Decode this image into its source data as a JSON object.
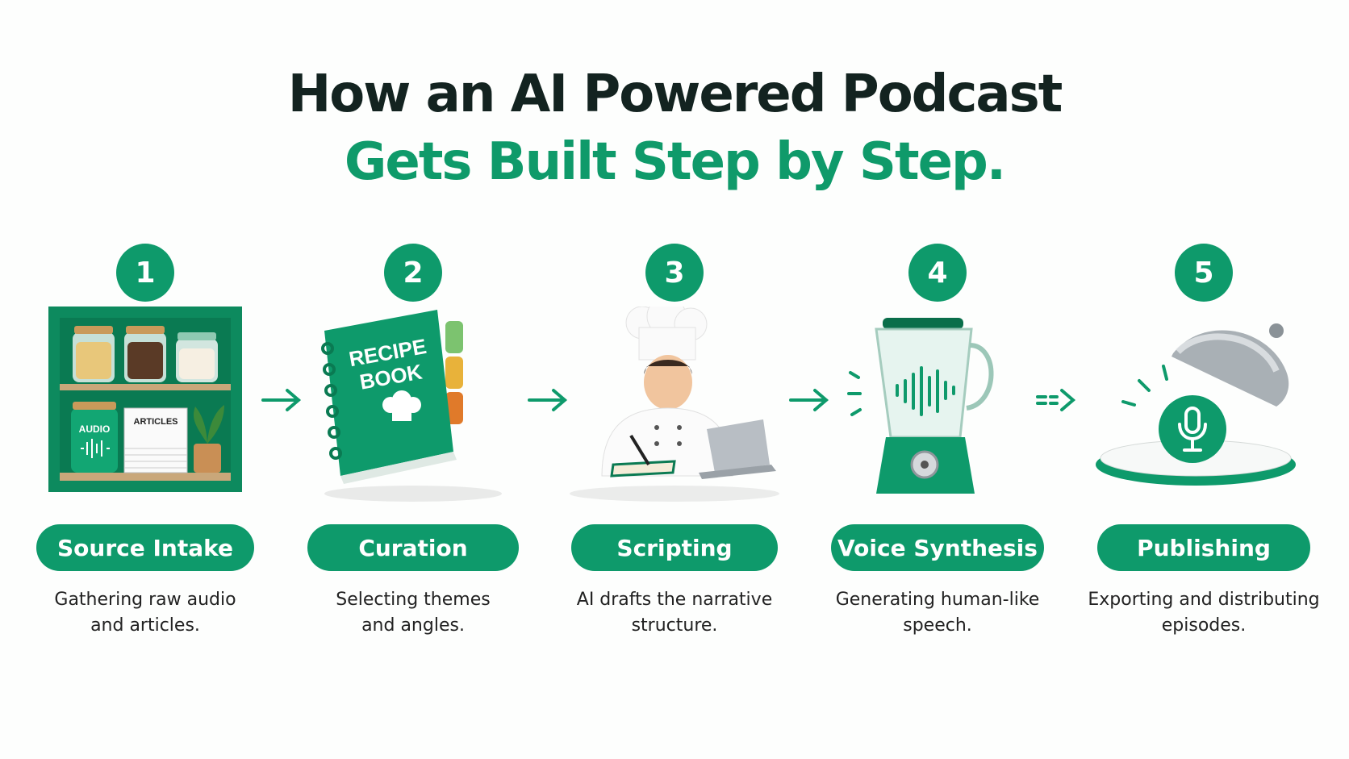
{
  "title": {
    "line1": "How an AI Powered Podcast",
    "line2": "Gets Built Step by Step."
  },
  "colors": {
    "brand_green": "#0e9a6b",
    "title_dark": "#132320"
  },
  "steps": [
    {
      "number": "1",
      "label": "Source Intake",
      "desc1": "Gathering raw audio",
      "desc2": "and articles.",
      "illustration": "pantry-cabinet-icon",
      "jar_labels": {
        "audio": "AUDIO",
        "articles": "ARTICLES"
      }
    },
    {
      "number": "2",
      "label": "Curation",
      "desc1": "Selecting themes",
      "desc2": "and angles.",
      "illustration": "recipe-book-icon",
      "book_title": {
        "line1": "RECIPE",
        "line2": "BOOK"
      }
    },
    {
      "number": "3",
      "label": "Scripting",
      "desc1": "AI drafts the narrative",
      "desc2": "structure.",
      "illustration": "chef-laptop-icon"
    },
    {
      "number": "4",
      "label": "Voice Synthesis",
      "desc1": "Generating human-like",
      "desc2": "speech.",
      "illustration": "blender-waveform-icon"
    },
    {
      "number": "5",
      "label": "Publishing",
      "desc1": "Exporting and distributing",
      "desc2": "episodes.",
      "illustration": "cloche-microphone-icon"
    }
  ]
}
